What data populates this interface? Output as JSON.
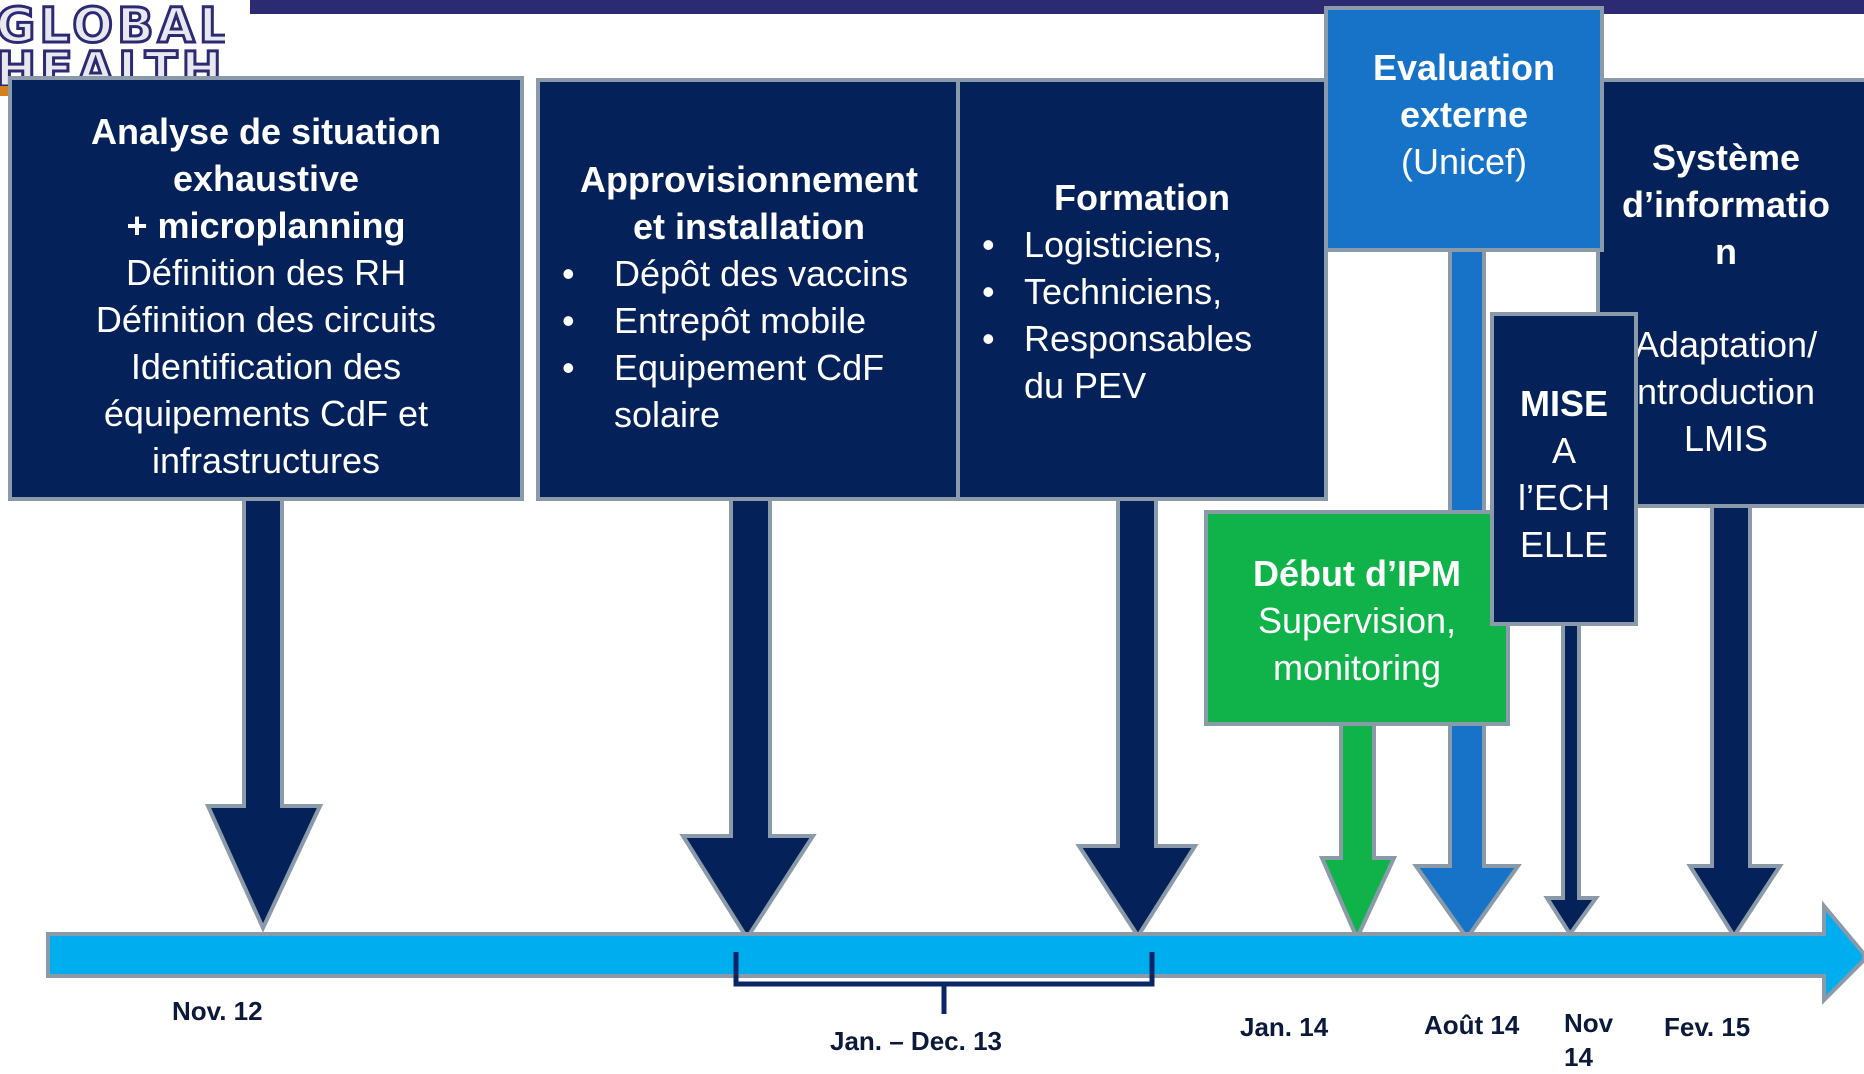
{
  "logo": {
    "line1": "GLOBAL",
    "line2": "HEALTH"
  },
  "boxes": {
    "analyse": {
      "title_lines": [
        "Analyse de situation",
        "exhaustive",
        "+ microplanning"
      ],
      "lines": [
        "Définition des RH",
        "Définition des circuits",
        "Identification des",
        "équipements CdF  et",
        "infrastructures"
      ]
    },
    "appro": {
      "title_lines": [
        "Approvisionnement",
        "et installation"
      ],
      "bullets": [
        "Dépôt des vaccins",
        "Entrepôt mobile",
        "Equipement CdF"
      ],
      "continuation": "solaire"
    },
    "formation": {
      "title": "Formation",
      "bullets": [
        "Logisticiens,",
        "Techniciens,",
        "Responsables"
      ],
      "continuation": "du PEV"
    },
    "evaluation": {
      "title_lines": [
        "Evaluation",
        "externe"
      ],
      "sub": "(Unicef)"
    },
    "systeme": {
      "title_lines": [
        "Système",
        "d’informatio",
        "n"
      ],
      "lines": [
        "Adaptation/",
        "ntroduction",
        "LMIS"
      ]
    },
    "ipm": {
      "title": "Début d’IPM",
      "lines": [
        "Supervision,",
        "monitoring"
      ]
    },
    "mise": {
      "title": "MISE",
      "lines": [
        "A",
        "l’ECH",
        "ELLE"
      ]
    }
  },
  "timeline": {
    "dates": {
      "nov12": "Nov. 12",
      "jan_dec13": "Jan. – Dec. 13",
      "jan14": "Jan. 14",
      "aout14": "Août 14",
      "nov14_line1": "Nov",
      "nov14_line2": "14",
      "fev15": "Fev. 15"
    }
  },
  "colors": {
    "navy": "#04215a",
    "blue": "#1773c8",
    "green": "#10b34a",
    "timeline": "#00aeef",
    "border": "#8b9aa8",
    "top_bar": "#2b2a73"
  }
}
